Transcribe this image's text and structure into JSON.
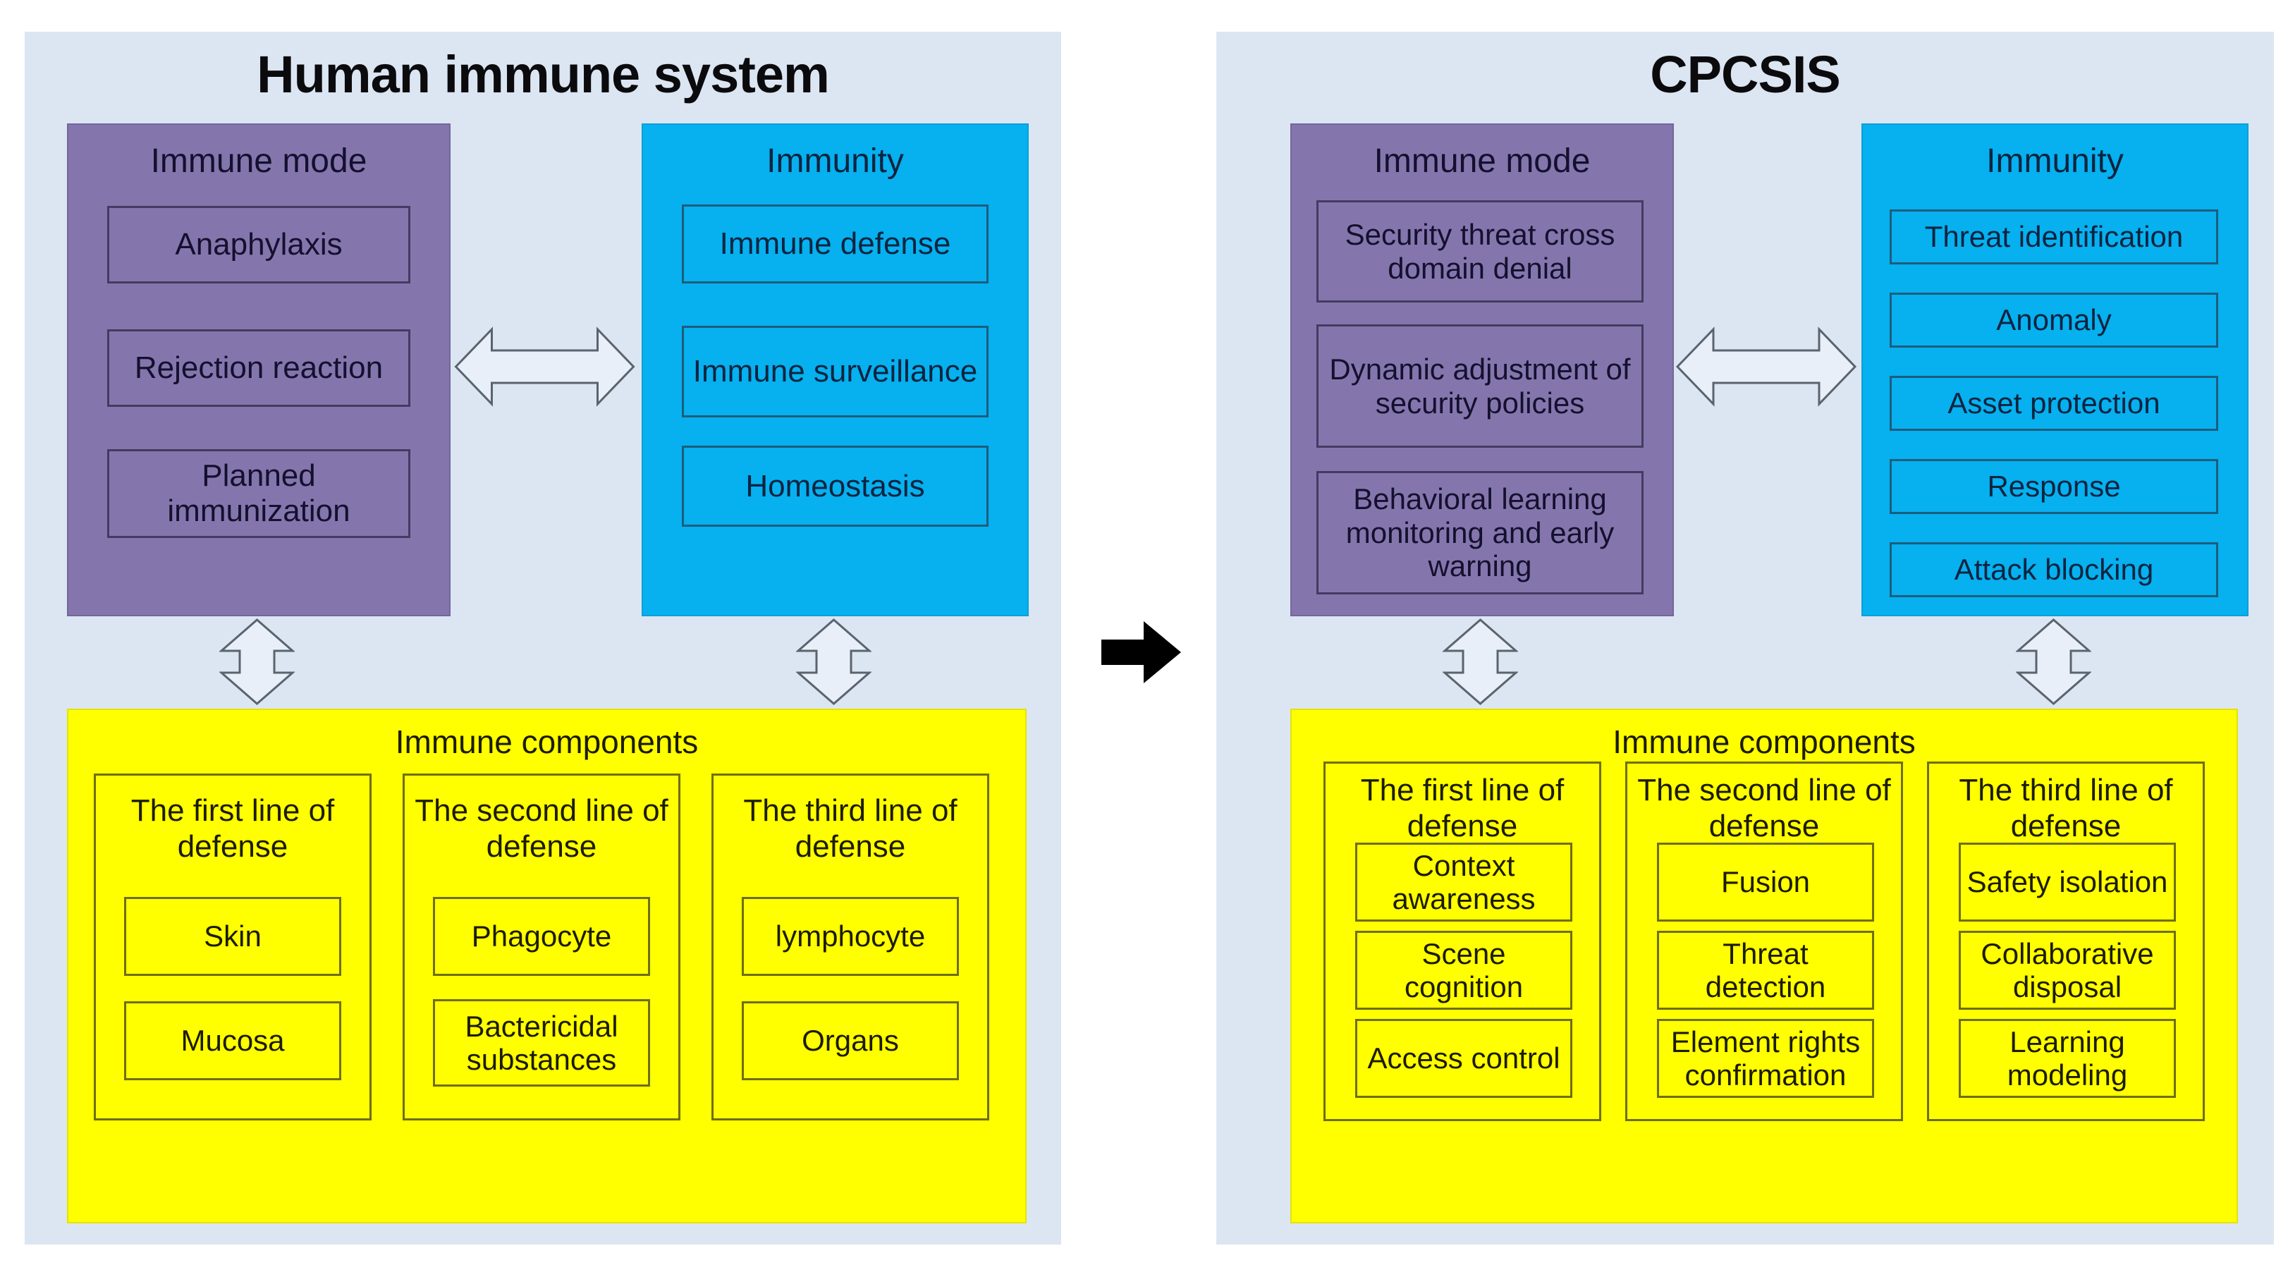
{
  "colors": {
    "panel_background": "#dce6f2",
    "immune_mode_purple": "#8476ad",
    "immunity_blue": "#07b0ef",
    "components_yellow": "#ffff00",
    "transform_arrow": "#000000",
    "exchange_arrow_stroke": "#5a646e"
  },
  "icons": {
    "horizontal_exchange": "double-headed-horizontal-arrow",
    "vertical_exchange": "double-headed-vertical-arrow",
    "transform": "solid-right-arrow"
  },
  "left_panel": {
    "title": "Human immune system",
    "immune_mode": {
      "title": "Immune mode",
      "items": [
        "Anaphylaxis",
        "Rejection reaction",
        "Planned immunization"
      ]
    },
    "immunity": {
      "title": "Immunity",
      "items": [
        "Immune defense",
        "Immune surveillance",
        "Homeostasis"
      ]
    },
    "immune_components": {
      "title": "Immune components",
      "columns": [
        {
          "title": "The first line of defense",
          "items": [
            "Skin",
            "Mucosa"
          ]
        },
        {
          "title": "The second line of defense",
          "items": [
            "Phagocyte",
            "Bactericidal substances"
          ]
        },
        {
          "title": "The third line of defense",
          "items": [
            "lymphocyte",
            "Organs"
          ]
        }
      ]
    }
  },
  "right_panel": {
    "title": "CPCSIS",
    "immune_mode": {
      "title": "Immune mode",
      "items": [
        "Security threat cross domain denial",
        "Dynamic adjustment of security policies",
        "Behavioral learning monitoring and early warning"
      ]
    },
    "immunity": {
      "title": "Immunity",
      "items": [
        "Threat identification",
        "Anomaly",
        "Asset protection",
        "Response",
        "Attack blocking"
      ]
    },
    "immune_components": {
      "title": "Immune components",
      "columns": [
        {
          "title": "The first line of defense",
          "items": [
            "Context awareness",
            "Scene cognition",
            "Access control"
          ]
        },
        {
          "title": "The second line of defense",
          "items": [
            "Fusion",
            "Threat detection",
            "Element rights confirmation"
          ]
        },
        {
          "title": "The third line of defense",
          "items": [
            "Safety isolation",
            "Collaborative disposal",
            "Learning modeling"
          ]
        }
      ]
    }
  }
}
